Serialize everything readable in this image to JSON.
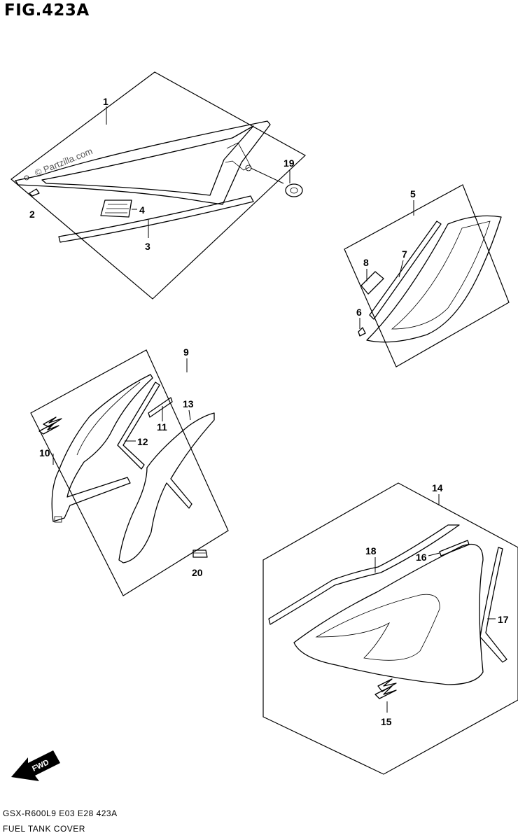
{
  "figure": {
    "title": "FIG.423A",
    "watermark": "© Partzilla.com",
    "fwd_label": "FWD",
    "model_code": "GSX-R600L9  E03  E28  423A",
    "name": "FUEL TANK COVER"
  },
  "callouts": [
    "1",
    "2",
    "3",
    "4",
    "5",
    "6",
    "7",
    "8",
    "9",
    "10",
    "11",
    "12",
    "13",
    "14",
    "15",
    "16",
    "17",
    "18",
    "19",
    "20"
  ],
  "colors": {
    "line": "#000000",
    "background": "#ffffff"
  },
  "icons": [
    "suzuki-logo-icon",
    "fwd-arrow-icon"
  ]
}
